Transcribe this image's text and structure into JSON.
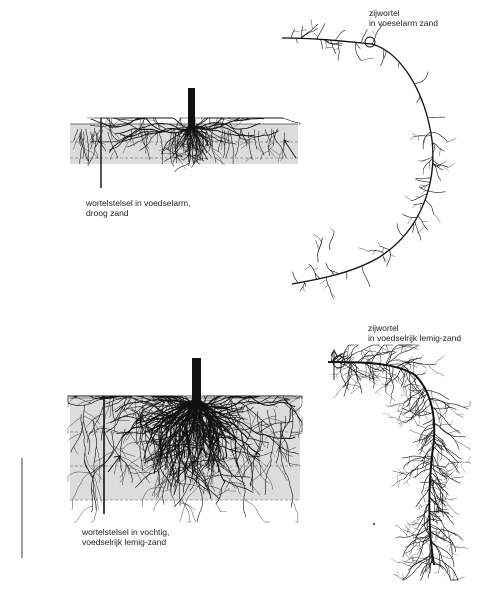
{
  "panels": {
    "top_left": {
      "caption_line1": "wortelstelsel in voedselarm,",
      "caption_line2": "droog zand"
    },
    "top_right": {
      "caption_line1": "zijwortel",
      "caption_line2": "in voeselarm zand"
    },
    "bottom_left": {
      "caption_line1": "wortelstelsel in vochtig,",
      "caption_line2": "voedselrijk lemig-zand"
    },
    "bottom_right": {
      "caption_line1": "zijwortel",
      "caption_line2": "in voedselrijk lemig-zand"
    }
  },
  "colors": {
    "soil_band": "#dcdcdc",
    "ink": "#111111",
    "paper": "#ffffff"
  }
}
